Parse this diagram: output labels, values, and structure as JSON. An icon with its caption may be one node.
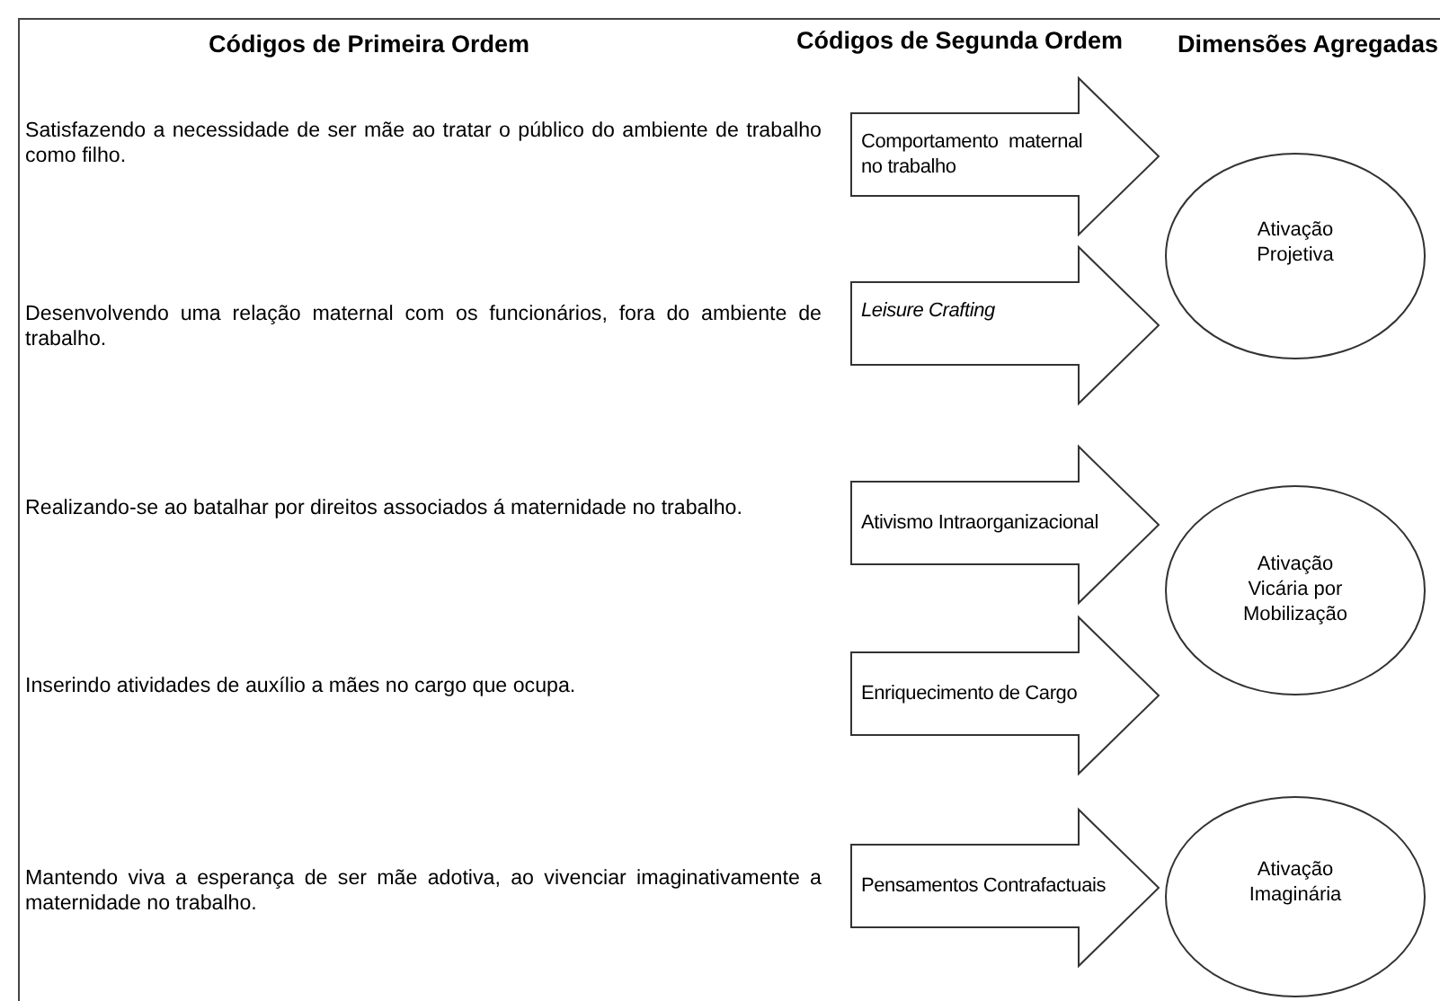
{
  "diagram": {
    "nodes": [
      {
        "text": [
          "Comportamento  maternal no trabalho"
        ]
      },
      {
        "text": [
          "Ativação Projetiva"
        ]
      },
      {
        "text": [
          "Leisure Crafting"
        ]
      },
      {
        "text": [
          "Ativismo Intraorganizacional"
        ]
      },
      {
        "text": [
          "Ativação Vicária por Mobilização"
        ]
      },
      {
        "text": [
          "Enriquecimento de Cargo"
        ]
      },
      {
        "text": [
          "Pensamentos Contrafactuais"
        ]
      },
      {
        "text": [
          "Ativação Imaginária"
        ]
      }
    ],
    "labels": [
      "Códigos de Primeira Ordem",
      "Códigos de Segunda Ordem",
      "Dimensões Agregadas",
      "Satisfazendo a necessidade de ser mãe ao tratar o público do ambiente de trabalho como filho.",
      "Desenvolvendo uma relação maternal com os funcionários, fora do ambiente de trabalho.",
      "Realizando-se ao batalhar por direitos associados á maternidade no trabalho.",
      "Inserindo atividades de auxílio a mães no cargo que ocupa.",
      "Mantendo viva a esperança de ser mãe adotiva, ao vivenciar imaginativamente a maternidade no trabalho."
    ]
  }
}
